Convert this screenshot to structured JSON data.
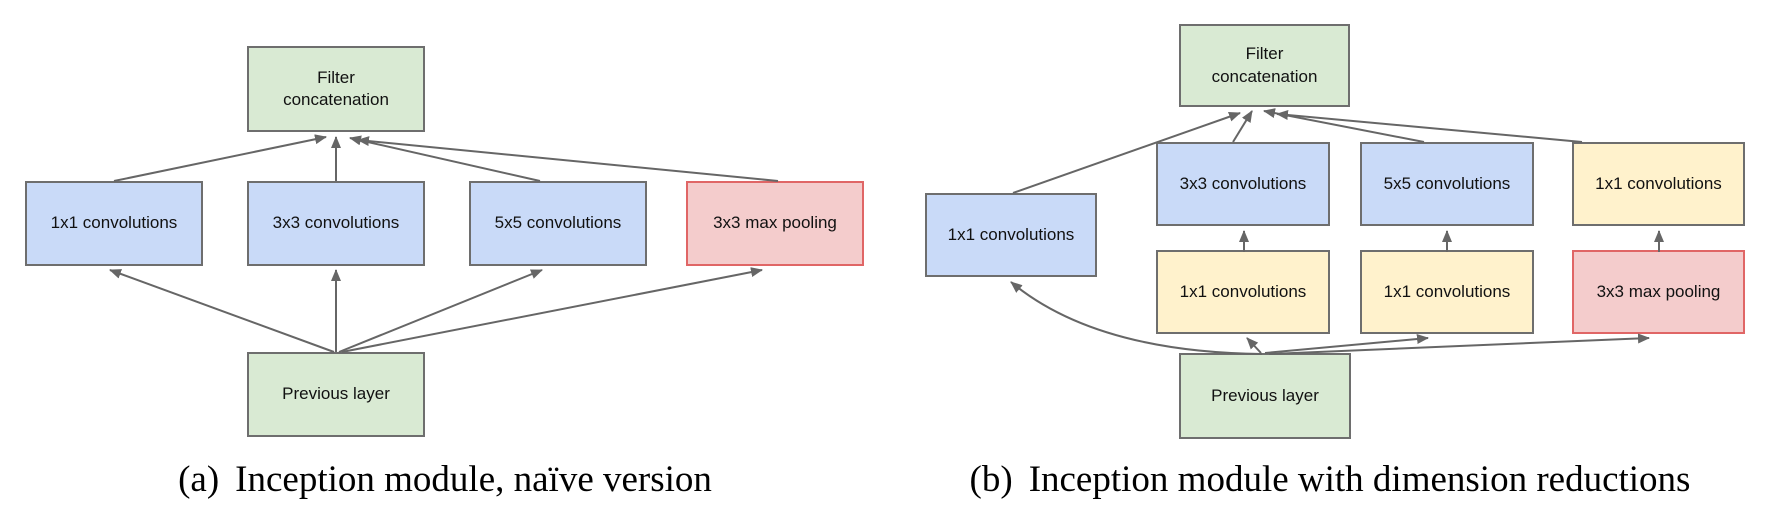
{
  "colors": {
    "background": "#ffffff",
    "box_green_fill": "#d9ead3",
    "box_blue_fill": "#c9daf8",
    "box_yellow_fill": "#fff2cc",
    "box_red_fill": "#f4cccc",
    "box_border_gray": "#6e6e6e",
    "box_border_red": "#e06666",
    "arrow_gray": "#666666"
  },
  "diagram_a": {
    "caption_index": "(a)",
    "caption": "Inception module, naïve version",
    "nodes": {
      "filter_concat": {
        "label": "Filter\nconcatenation",
        "color": "green"
      },
      "conv_1x1": {
        "label": "1x1 convolutions",
        "color": "blue"
      },
      "conv_3x3": {
        "label": "3x3 convolutions",
        "color": "blue"
      },
      "conv_5x5": {
        "label": "5x5 convolutions",
        "color": "blue"
      },
      "max_pool": {
        "label": "3x3 max pooling",
        "color": "red"
      },
      "previous": {
        "label": "Previous layer",
        "color": "green"
      }
    },
    "edges": [
      {
        "from": "previous",
        "to": "conv_1x1"
      },
      {
        "from": "previous",
        "to": "conv_3x3"
      },
      {
        "from": "previous",
        "to": "conv_5x5"
      },
      {
        "from": "previous",
        "to": "max_pool"
      },
      {
        "from": "conv_1x1",
        "to": "filter_concat"
      },
      {
        "from": "conv_3x3",
        "to": "filter_concat"
      },
      {
        "from": "conv_5x5",
        "to": "filter_concat"
      },
      {
        "from": "max_pool",
        "to": "filter_concat"
      }
    ]
  },
  "diagram_b": {
    "caption_index": "(b)",
    "caption": "Inception module with dimension reductions",
    "nodes": {
      "filter_concat": {
        "label": "Filter\nconcatenation",
        "color": "green"
      },
      "conv_1x1_left": {
        "label": "1x1 convolutions",
        "color": "blue"
      },
      "conv_3x3": {
        "label": "3x3 convolutions",
        "color": "blue"
      },
      "conv_5x5": {
        "label": "5x5 convolutions",
        "color": "blue"
      },
      "conv_1x1_top": {
        "label": "1x1 convolutions",
        "color": "yellow"
      },
      "reduce_1x1_a": {
        "label": "1x1 convolutions",
        "color": "yellow"
      },
      "reduce_1x1_b": {
        "label": "1x1 convolutions",
        "color": "yellow"
      },
      "max_pool": {
        "label": "3x3 max pooling",
        "color": "red"
      },
      "previous": {
        "label": "Previous layer",
        "color": "green"
      }
    },
    "edges": [
      {
        "from": "previous",
        "to": "conv_1x1_left"
      },
      {
        "from": "previous",
        "to": "reduce_1x1_a"
      },
      {
        "from": "previous",
        "to": "reduce_1x1_b"
      },
      {
        "from": "previous",
        "to": "max_pool"
      },
      {
        "from": "reduce_1x1_a",
        "to": "conv_3x3"
      },
      {
        "from": "reduce_1x1_b",
        "to": "conv_5x5"
      },
      {
        "from": "max_pool",
        "to": "conv_1x1_top"
      },
      {
        "from": "conv_1x1_left",
        "to": "filter_concat"
      },
      {
        "from": "conv_3x3",
        "to": "filter_concat"
      },
      {
        "from": "conv_5x5",
        "to": "filter_concat"
      },
      {
        "from": "conv_1x1_top",
        "to": "filter_concat"
      }
    ]
  }
}
